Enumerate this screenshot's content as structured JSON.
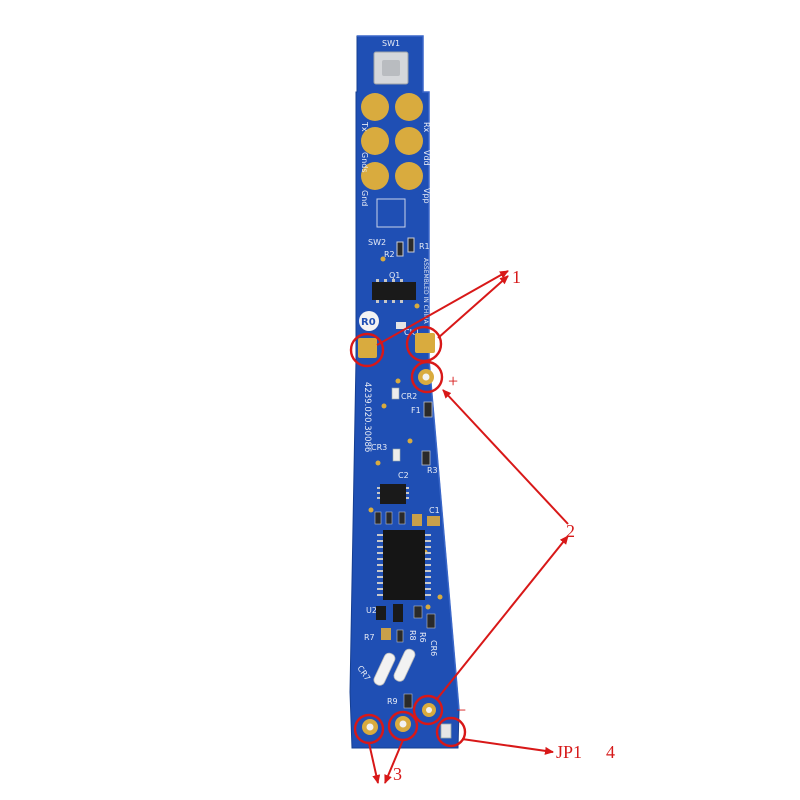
{
  "board": {
    "color": "#1f4fb4",
    "pad_color": "#d9ab3e",
    "labels": {
      "sw1": "SW1",
      "sw2": "SW2",
      "tx": "Tx",
      "rx": "Rx",
      "gnds": "Gnds",
      "vdd": "Vdd",
      "gnd": "Gnd",
      "vpp": "Vpp",
      "r1": "R1",
      "r2": "R2",
      "q1": "Q1",
      "r0": "R0",
      "ck1": "CK1",
      "cr2": "CR2",
      "f1": "F1",
      "cr3": "CR3",
      "r3": "R3",
      "c2": "C2",
      "c1": "C1",
      "u2": "U2",
      "r7": "R7",
      "r8": "R8",
      "r6": "R6",
      "r9": "R9",
      "cr6": "CR6",
      "cr7": "CR7",
      "part_number": "4239.020.30086",
      "assembled": "ASSEMBLED IN CHINA"
    }
  },
  "annotations": {
    "color": "#d61a1a",
    "label_1": "1",
    "label_2": "2",
    "label_3": "3",
    "plus": "+",
    "minus": "−",
    "jp1_label": "JP1",
    "jp1_number": "4"
  }
}
